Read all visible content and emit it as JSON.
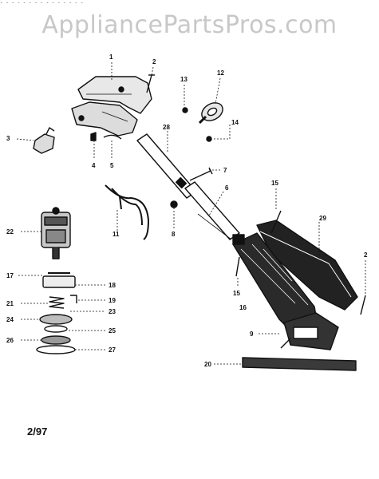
{
  "watermark": "AppliancePartsPros.com",
  "revision_date": "2/97",
  "part_labels": [
    {
      "id": "1",
      "text": "1"
    },
    {
      "id": "2a",
      "text": "2"
    },
    {
      "id": "2b",
      "text": "2"
    },
    {
      "id": "3",
      "text": "3"
    },
    {
      "id": "4",
      "text": "4"
    },
    {
      "id": "5",
      "text": "5"
    },
    {
      "id": "6",
      "text": "6"
    },
    {
      "id": "7",
      "text": "7"
    },
    {
      "id": "8",
      "text": "8"
    },
    {
      "id": "9",
      "text": "9"
    },
    {
      "id": "11",
      "text": "11"
    },
    {
      "id": "12",
      "text": "12"
    },
    {
      "id": "13",
      "text": "13"
    },
    {
      "id": "14",
      "text": "14"
    },
    {
      "id": "15a",
      "text": "15"
    },
    {
      "id": "15b",
      "text": "15"
    },
    {
      "id": "17",
      "text": "17"
    },
    {
      "id": "18",
      "text": "18"
    },
    {
      "id": "19",
      "text": "19"
    },
    {
      "id": "20",
      "text": "20"
    },
    {
      "id": "21",
      "text": "21"
    },
    {
      "id": "22",
      "text": "22"
    },
    {
      "id": "23",
      "text": "23"
    },
    {
      "id": "24",
      "text": "24"
    },
    {
      "id": "25",
      "text": "25"
    },
    {
      "id": "26",
      "text": "26"
    },
    {
      "id": "27",
      "text": "27"
    },
    {
      "id": "28",
      "text": "28"
    },
    {
      "id": "29",
      "text": "29"
    },
    {
      "id": "16",
      "text": "16"
    }
  ]
}
